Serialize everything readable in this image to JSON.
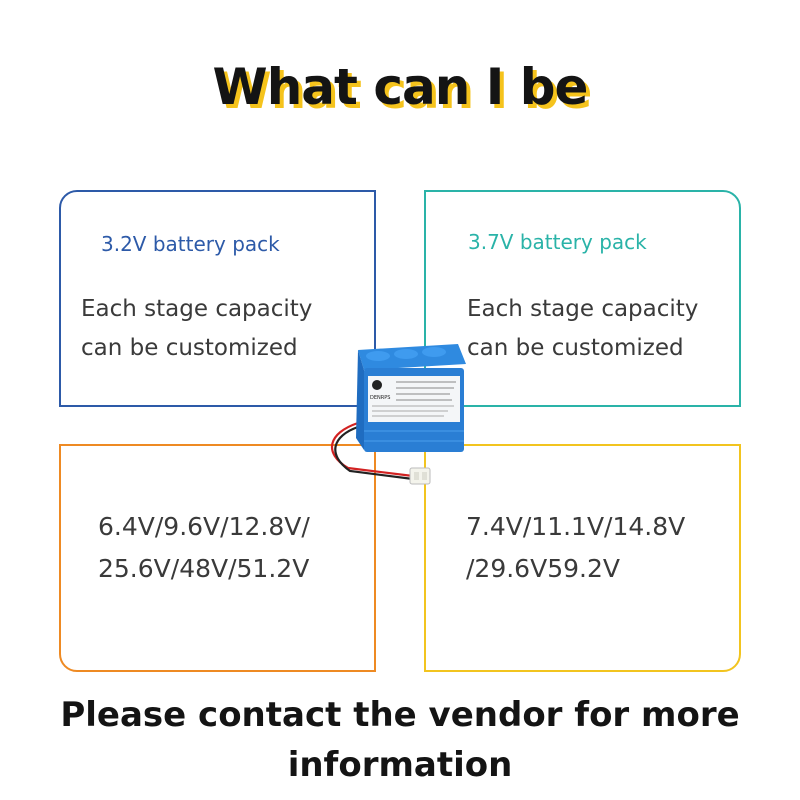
{
  "header": {
    "title": "What can I be"
  },
  "cards": {
    "top_left": {
      "title": "3.2V battery  pack",
      "body_line1": "Each stage capacity",
      "body_line2": "can be customized",
      "color": "#2d5aa8"
    },
    "top_right": {
      "title": "3.7V  battery pack",
      "body_line1": "Each stage capacity",
      "body_line2": "can be customized",
      "color": "#2ab3a8"
    },
    "bottom_left": {
      "body_line1": "6.4V/9.6V/12.8V/",
      "body_line2": "25.6V/48V/51.2V",
      "color": "#ee8a23"
    },
    "bottom_right": {
      "body_line1": "7.4V/11.1V/14.8V",
      "body_line2": "/29.6V59.2V",
      "color": "#f2c41f"
    }
  },
  "battery": {
    "brand": "DENRPS"
  },
  "footer": {
    "line1": "Please contact the vendor for more",
    "line2": "information"
  },
  "colors": {
    "title_shadow": "#f5c31c"
  }
}
